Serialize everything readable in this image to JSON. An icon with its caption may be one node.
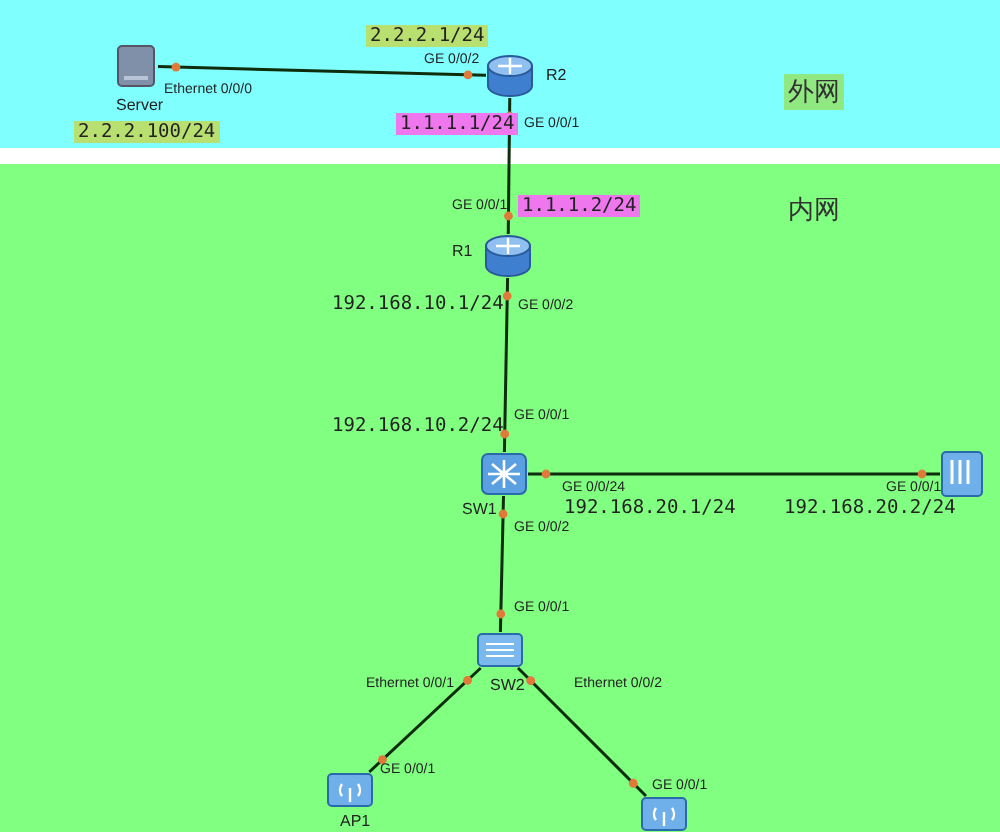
{
  "diagram": {
    "nodes": [
      {
        "text": [
          "外网"
        ]
      },
      {
        "text": [
          "内网"
        ]
      },
      {
        "text": [
          "Server"
        ],
        "in": 0
      },
      {
        "text": [
          "R2"
        ],
        "in": 0
      },
      {
        "text": [
          "R1"
        ],
        "in": 1
      },
      {
        "text": [
          "SW1"
        ],
        "in": 1
      },
      {
        "text": [],
        "shape": "box",
        "in": 1
      },
      {
        "text": [
          "SW2"
        ],
        "in": 1
      },
      {
        "text": [
          "AP1"
        ],
        "in": 1
      },
      {
        "text": [],
        "shape": "box",
        "in": 1
      }
    ],
    "edges": [
      {
        "from": 2,
        "to": 3,
        "arrow": "none"
      },
      {
        "from": 3,
        "to": 4,
        "arrow": "none"
      },
      {
        "from": 4,
        "to": 5,
        "arrow": "none"
      },
      {
        "from": 5,
        "to": 6,
        "arrow": "none"
      },
      {
        "from": 5,
        "to": 7,
        "arrow": "none"
      },
      {
        "from": 7,
        "to": 8,
        "arrow": "none"
      },
      {
        "from": 7,
        "to": 9,
        "arrow": "none"
      }
    ],
    "labels": [
      "2.2.2.1/24",
      "GE 0/0/2",
      "Ethernet 0/0/0",
      "2.2.2.100/24",
      "1.1.1.1/24",
      "GE 0/0/1",
      "GE 0/0/1",
      "1.1.1.2/24",
      "192.168.10.1/24",
      "GE 0/0/2",
      "192.168.10.2/24",
      "GE 0/0/1",
      "GE 0/0/24",
      "192.168.20.1/24",
      "GE 0/0/1",
      "192.168.20.2/24",
      "GE 0/0/2",
      "GE 0/0/1",
      "Ethernet 0/0/1",
      "Ethernet 0/0/2",
      "GE 0/0/1",
      "GE 0/0/1"
    ]
  }
}
